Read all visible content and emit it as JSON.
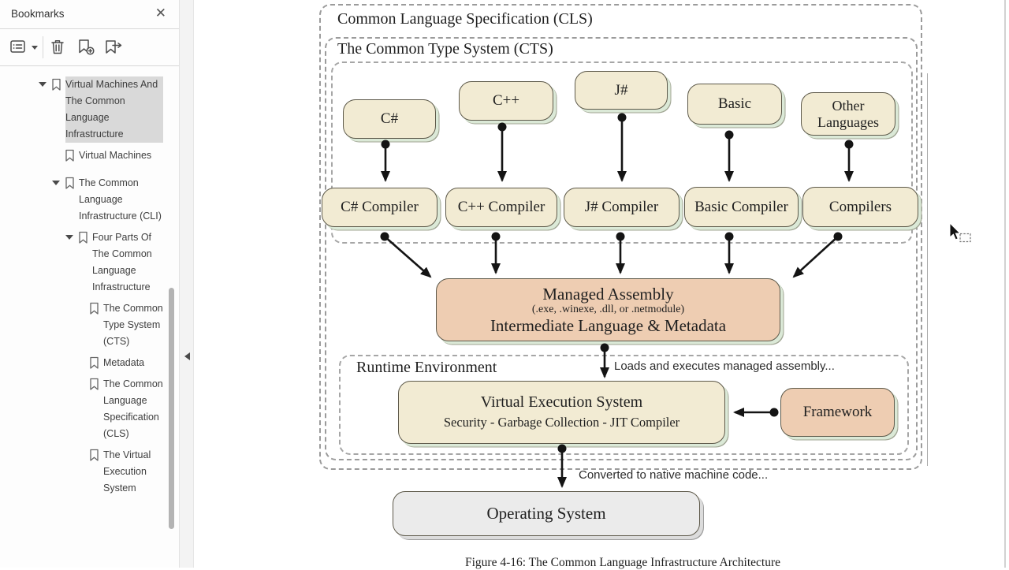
{
  "sidebar": {
    "title": "Bookmarks",
    "close_glyph": "✕",
    "tree": [
      {
        "label": "Virtual Machines And The Common Language Infrastructure"
      },
      {
        "label": "Virtual Machines"
      },
      {
        "label": "The Common Language Infrastructure (CLI)"
      },
      {
        "label": "Four Parts Of The Common Language Infrastructure"
      },
      {
        "label": "The Common Type System (CTS)"
      },
      {
        "label": "Metadata"
      },
      {
        "label": "The Common Language Specification (CLS)"
      },
      {
        "label": "The Virtual Execution System"
      }
    ]
  },
  "diagram": {
    "cls_label": "Common Language Specification  (CLS)",
    "cts_label": "The Common Type System (CTS)",
    "languages": [
      "C#",
      "C++",
      "J#",
      "Basic",
      "Other Languages"
    ],
    "compilers": [
      "C# Compiler",
      "C++ Compiler",
      "J# Compiler",
      "Basic Compiler",
      "Compilers"
    ],
    "managed_assembly": {
      "title": "Managed Assembly",
      "subtitle": "(.exe, .winexe, .dll, or .netmodule)",
      "line3": "Intermediate Language & Metadata"
    },
    "runtime_label": "Runtime Environment",
    "ves": {
      "title": "Virtual Execution System",
      "subtitle": "Security - Garbage Collection - JIT Compiler"
    },
    "framework_label": "Framework",
    "os_label": "Operating System",
    "arrow_labels": {
      "loads": "Loads and executes managed assembly...",
      "converted": "Converted to native machine code..."
    },
    "caption": "Figure 4-16: The Common Language Infrastructure Architecture"
  },
  "colors": {
    "node_fill": "#f2ebd3",
    "node_accent_fill": "#eecdb2",
    "node_shadow_green": "#dbe9d7",
    "os_fill": "#ebebeb",
    "selection_gray": "#d9d9d9"
  }
}
